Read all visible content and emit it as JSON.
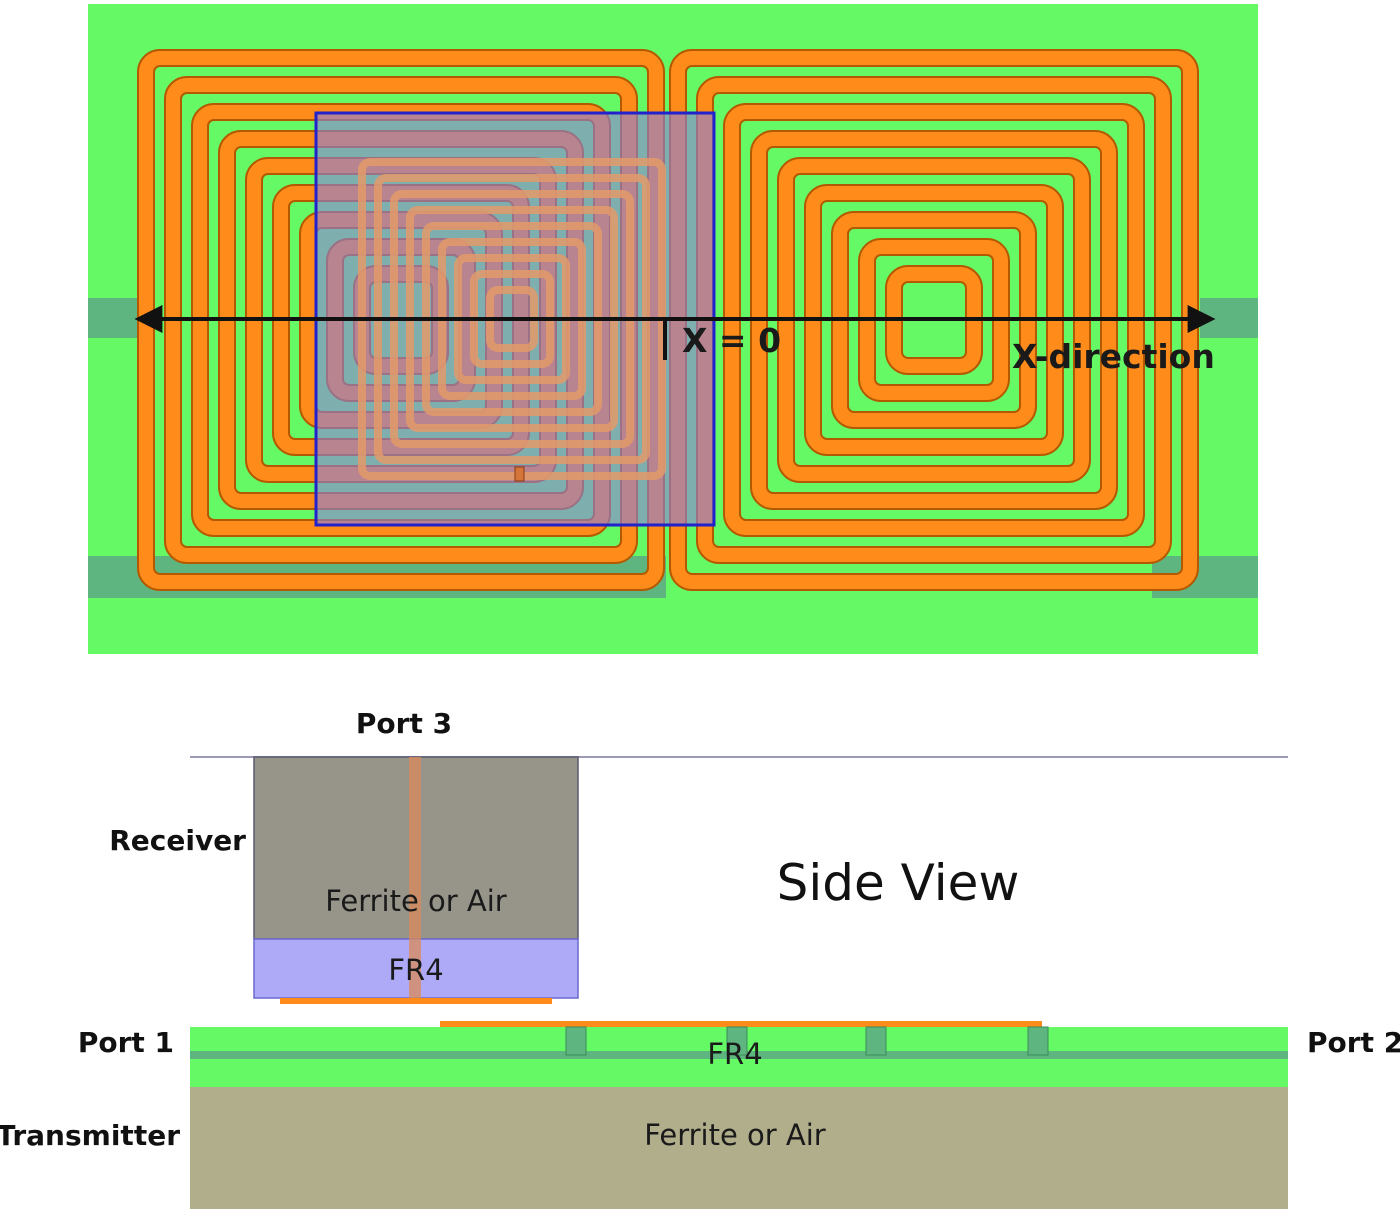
{
  "top_view": {
    "origin_label": "X = 0",
    "axis_label": "X-direction"
  },
  "side_view": {
    "title": "Side View",
    "port3": "Port 3",
    "port1": "Port 1",
    "port2": "Port 2",
    "receiver_label": "Receiver",
    "transmitter_label": "Transmitter",
    "receiver_core": "Ferrite or Air",
    "receiver_substrate": "FR4",
    "transmitter_substrate": "FR4",
    "transmitter_core": "Ferrite or Air"
  },
  "colors": {
    "board": "#66f966",
    "trace": "#ff8c1a",
    "trace_edge": "#b35a00",
    "via_strip": "#5fb57f",
    "receiver_overlay": "#8c7fd9",
    "receiver_border": "#2222cc",
    "receiver_core": "#97958a",
    "receiver_fr4": "#aeaaf8",
    "transmitter_core": "#b1ae8b",
    "transmitter_fr4": "#66f966"
  }
}
